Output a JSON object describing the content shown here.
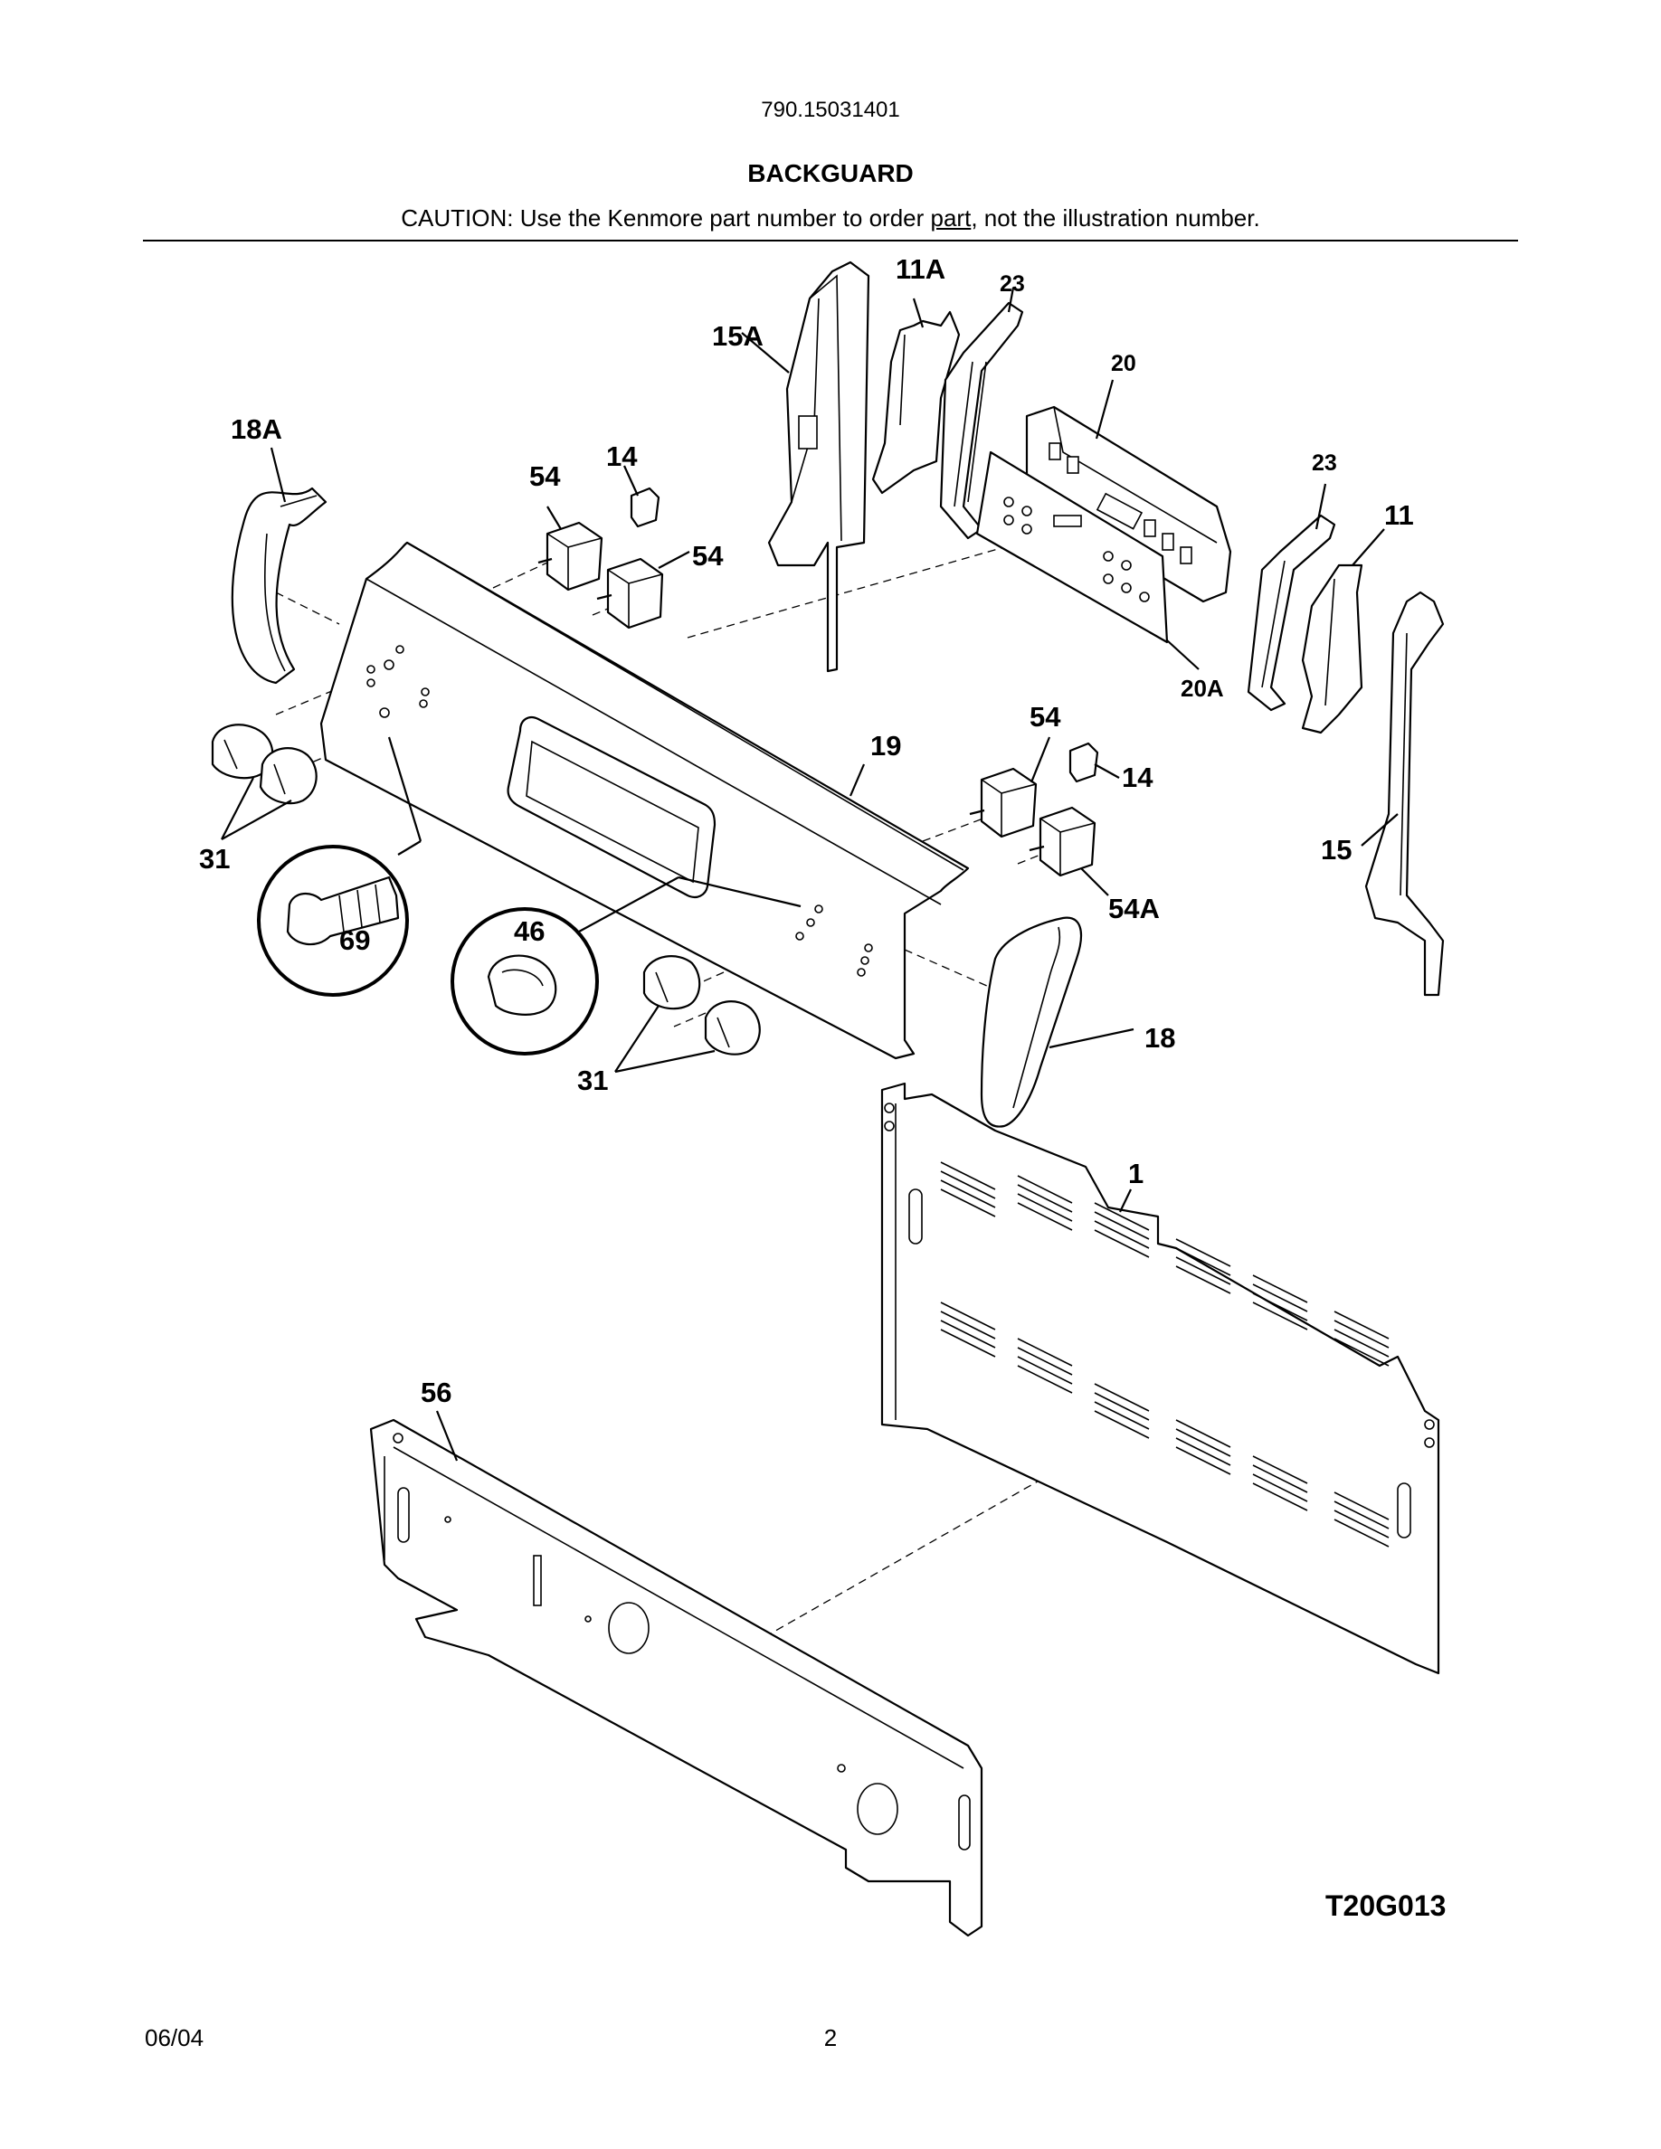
{
  "header": {
    "model_number": "790.15031401",
    "title": "BACKGUARD",
    "caution_prefix": "CAUTION: Use the Kenmore part number to order ",
    "caution_link": "part",
    "caution_suffix": ", not the illustration number."
  },
  "callouts": {
    "c11A": "11A",
    "c23a": "23",
    "c15A": "15A",
    "c20": "20",
    "c18A": "18A",
    "c54a": "54",
    "c14a": "14",
    "c54b": "54",
    "c23b": "23",
    "c11": "11",
    "c20A": "20A",
    "c54c": "54",
    "c19": "19",
    "c14b": "14",
    "c31a": "31",
    "c15": "15",
    "c54A": "54A",
    "c69": "69",
    "c46": "46",
    "c18": "18",
    "c31b": "31",
    "c1": "1",
    "c56": "56"
  },
  "drawing_code": "T20G013",
  "footer": {
    "date": "06/04",
    "page": "2"
  }
}
